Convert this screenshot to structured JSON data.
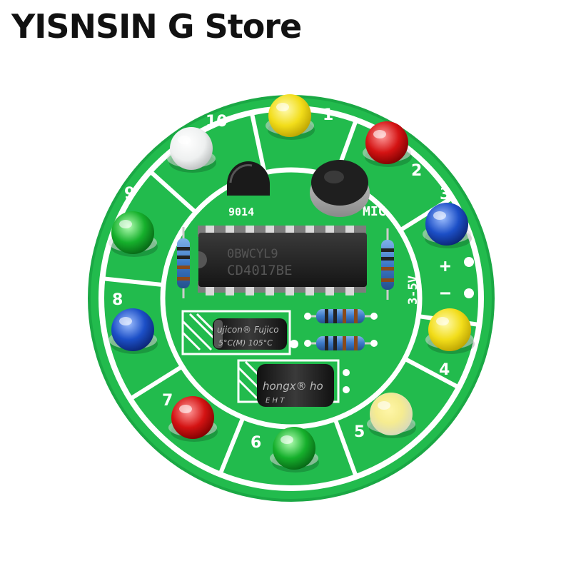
{
  "store": {
    "title": "YISNSIN G Store"
  },
  "board": {
    "colors": {
      "pcb": "#19b34a",
      "pcb_dark": "#0e8f34",
      "silkscreen": "#ffffff"
    },
    "silkscreen": {
      "transistor": "9014",
      "mic": "MIC",
      "voltage": "3-5V",
      "plus": "+",
      "minus": "−"
    },
    "chip": {
      "line1": "0BWCYL9",
      "line2": "CD4017BE"
    },
    "capacitor_1": {
      "brand1": "ujicon®",
      "brand2": "Fujico",
      "spec": "5°C(M)  105°C"
    },
    "capacitor_2": {
      "brand1": "hongx®",
      "brand2": "ho",
      "spec": "E H T"
    },
    "leds": [
      {
        "label": "1",
        "color": "yellow"
      },
      {
        "label": "2",
        "color": "red"
      },
      {
        "label": "3",
        "color": "blue"
      },
      {
        "label": "4",
        "color": "yellow"
      },
      {
        "label": "5",
        "color": "clear-yellow"
      },
      {
        "label": "6",
        "color": "green"
      },
      {
        "label": "7",
        "color": "red"
      },
      {
        "label": "8",
        "color": "blue"
      },
      {
        "label": "9",
        "color": "green"
      },
      {
        "label": "10",
        "color": "white"
      }
    ]
  }
}
